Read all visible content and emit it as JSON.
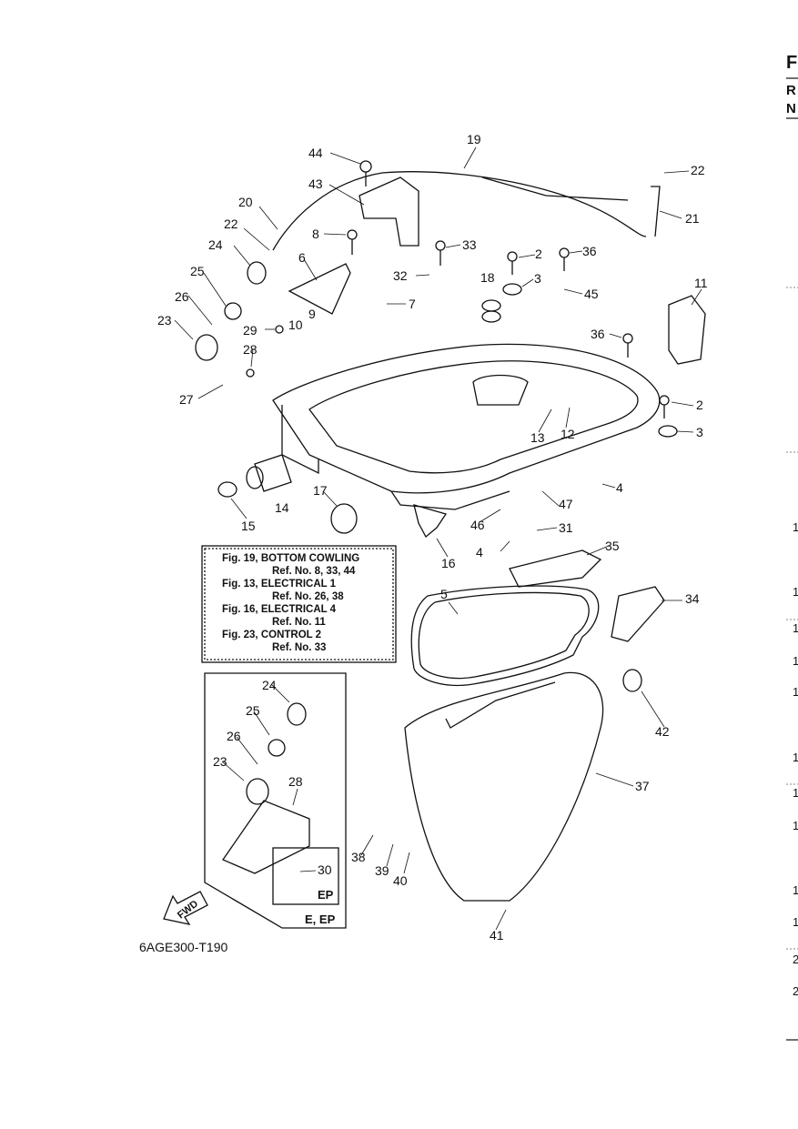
{
  "diagram": {
    "title": "Bottom cowling exploded view",
    "code": "6AGE300-T190",
    "fwd_label": "FWD"
  },
  "reference_box": {
    "lines": [
      "Fig. 19, BOTTOM COWLING",
      "Ref. No. 8, 33, 44",
      "Fig. 13, ELECTRICAL 1",
      "Ref. No. 26, 38",
      "Fig. 16, ELECTRICAL 4",
      "Ref. No. 11",
      "Fig. 23, CONTROL 2",
      "Ref. No. 33"
    ]
  },
  "inset": {
    "variant_label": "E, EP",
    "sub_label": "EP"
  },
  "edge_text": {
    "chars": [
      "F",
      "R",
      "N",
      "1",
      "1",
      "1",
      "1",
      "1",
      "1",
      "1",
      "1",
      "1",
      "1",
      "2",
      "2"
    ]
  },
  "callouts": [
    "44",
    "19",
    "22",
    "43",
    "20",
    "21",
    "22",
    "8",
    "33",
    "2",
    "36",
    "24",
    "6",
    "32",
    "18",
    "3",
    "45",
    "11",
    "25",
    "7",
    "26",
    "9",
    "10",
    "23",
    "29",
    "36",
    "28",
    "2",
    "27",
    "3",
    "13",
    "12",
    "17",
    "14",
    "4",
    "15",
    "47",
    "46",
    "31",
    "16",
    "35",
    "4",
    "5",
    "34",
    "24",
    "42",
    "25",
    "26",
    "37",
    "23",
    "28",
    "38",
    "30",
    "39",
    "40",
    "41"
  ]
}
